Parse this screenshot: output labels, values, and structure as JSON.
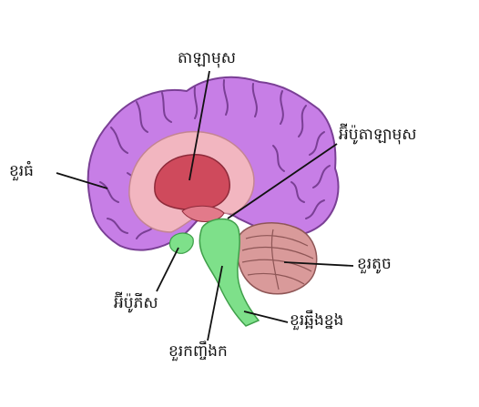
{
  "labels": {
    "thalamus": "តាឡាមុស",
    "hypothalamus": "អ៊ីប៉ូតាឡាមុស",
    "cerebrum": "ខួរធំ",
    "cerebellum": "ខួរតូច",
    "pituitary": "អ៊ីប៉ូភីស",
    "spinal_cord": "ខួរឆ្អឹងខ្នង",
    "brainstem": "ខួរកញ្ចឹងក"
  },
  "colors": {
    "cerebrum": "#c77ee6",
    "cerebrum_gyri": "#7a3f95",
    "thalamus": "#cf4a5c",
    "inner_region": "#f2b6c0",
    "brainstem": "#7ee08a",
    "cerebellum": "#d99a9a",
    "cerebellum_lines": "#8e5656",
    "label_lines": "#111111"
  }
}
